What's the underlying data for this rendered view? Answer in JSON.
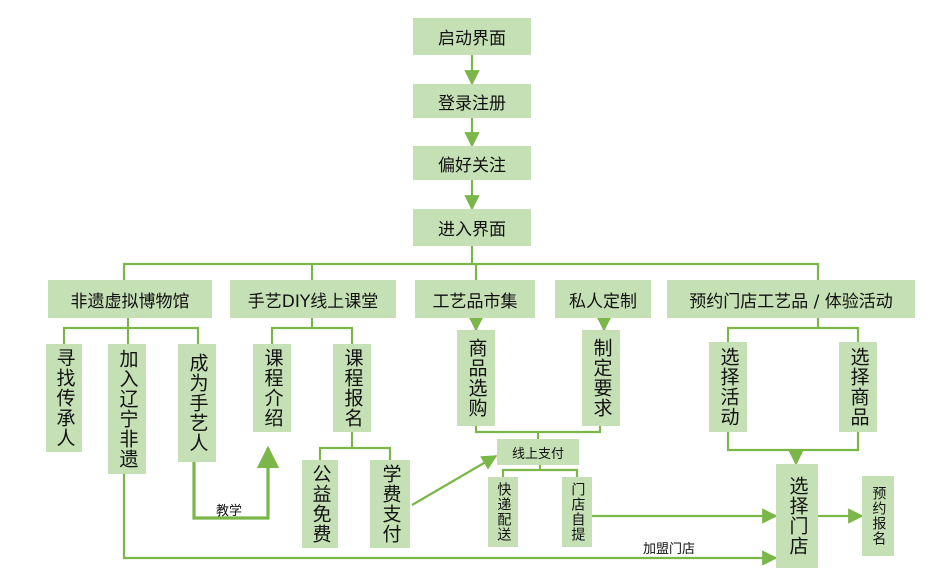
{
  "nodes": {
    "start": "启动界面",
    "login": "登录注册",
    "pref": "偏好关注",
    "enter": "进入界面",
    "museum": "非遗虚拟博物馆",
    "diy": "手艺DIY线上课堂",
    "market": "工艺品市集",
    "custom": "私人定制",
    "store": "预约门店工艺品 / 体验活动",
    "find": "寻找传承人",
    "join": "加入辽宁非遗",
    "become": "成为手艺人",
    "intro": "课程介绍",
    "signup": "课程报名",
    "free": "公益免费",
    "tuition": "学费支付",
    "goods": "商品选购",
    "req": "制定要求",
    "online": "线上支付",
    "express": "快递配送",
    "pickup": "门店自提",
    "selact": "选择活动",
    "selgoods": "选择商品",
    "selstore": "选择门店",
    "book": "预约报名"
  },
  "labels": {
    "teach": "教学",
    "franchise": "加盟门店"
  },
  "colors": {
    "box": "#c5e0b4",
    "line": "#7ab648"
  }
}
